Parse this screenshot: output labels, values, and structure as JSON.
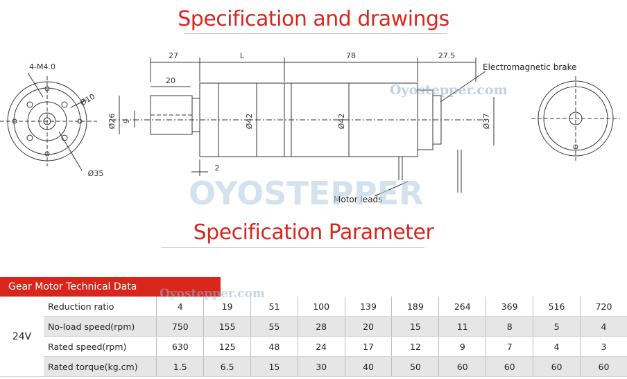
{
  "headings": {
    "drawings": "Specification and drawings",
    "parameters": "Specification Parameter"
  },
  "drawing": {
    "dims": {
      "d27": "27",
      "dL": "L",
      "d78": "78",
      "d275": "27.5",
      "d20": "20",
      "d2": "2",
      "dia26": "Ø26",
      "d9": "9",
      "dia42a": "Ø42",
      "dia42b": "Ø42",
      "dia37": "Ø37",
      "holes": "4-M4.0",
      "dia10": "Ø10",
      "dia35": "Ø35"
    },
    "callouts": {
      "brake": "Electromagnetic brake",
      "leads": "Motor leads"
    },
    "watermark": "Oyostepper.com",
    "logo": "OYOSTEPPER"
  },
  "table": {
    "section_title": "Gear Motor Technical Data",
    "watermark": "Oyostepper.com",
    "voltage": "24V",
    "rows": [
      {
        "label": "Reduction ratio",
        "values": [
          "4",
          "19",
          "51",
          "100",
          "139",
          "189",
          "264",
          "369",
          "516",
          "720"
        ]
      },
      {
        "label": "No-load speed(rpm)",
        "values": [
          "750",
          "155",
          "55",
          "28",
          "20",
          "15",
          "11",
          "8",
          "5",
          "4"
        ]
      },
      {
        "label": "Rated speed(rpm)",
        "values": [
          "630",
          "125",
          "48",
          "24",
          "17",
          "12",
          "9",
          "7",
          "4",
          "3"
        ]
      },
      {
        "label": "Rated torque(kg.cm)",
        "values": [
          "1.5",
          "6.5",
          "15",
          "30",
          "40",
          "50",
          "60",
          "60",
          "60",
          "60"
        ]
      }
    ]
  }
}
